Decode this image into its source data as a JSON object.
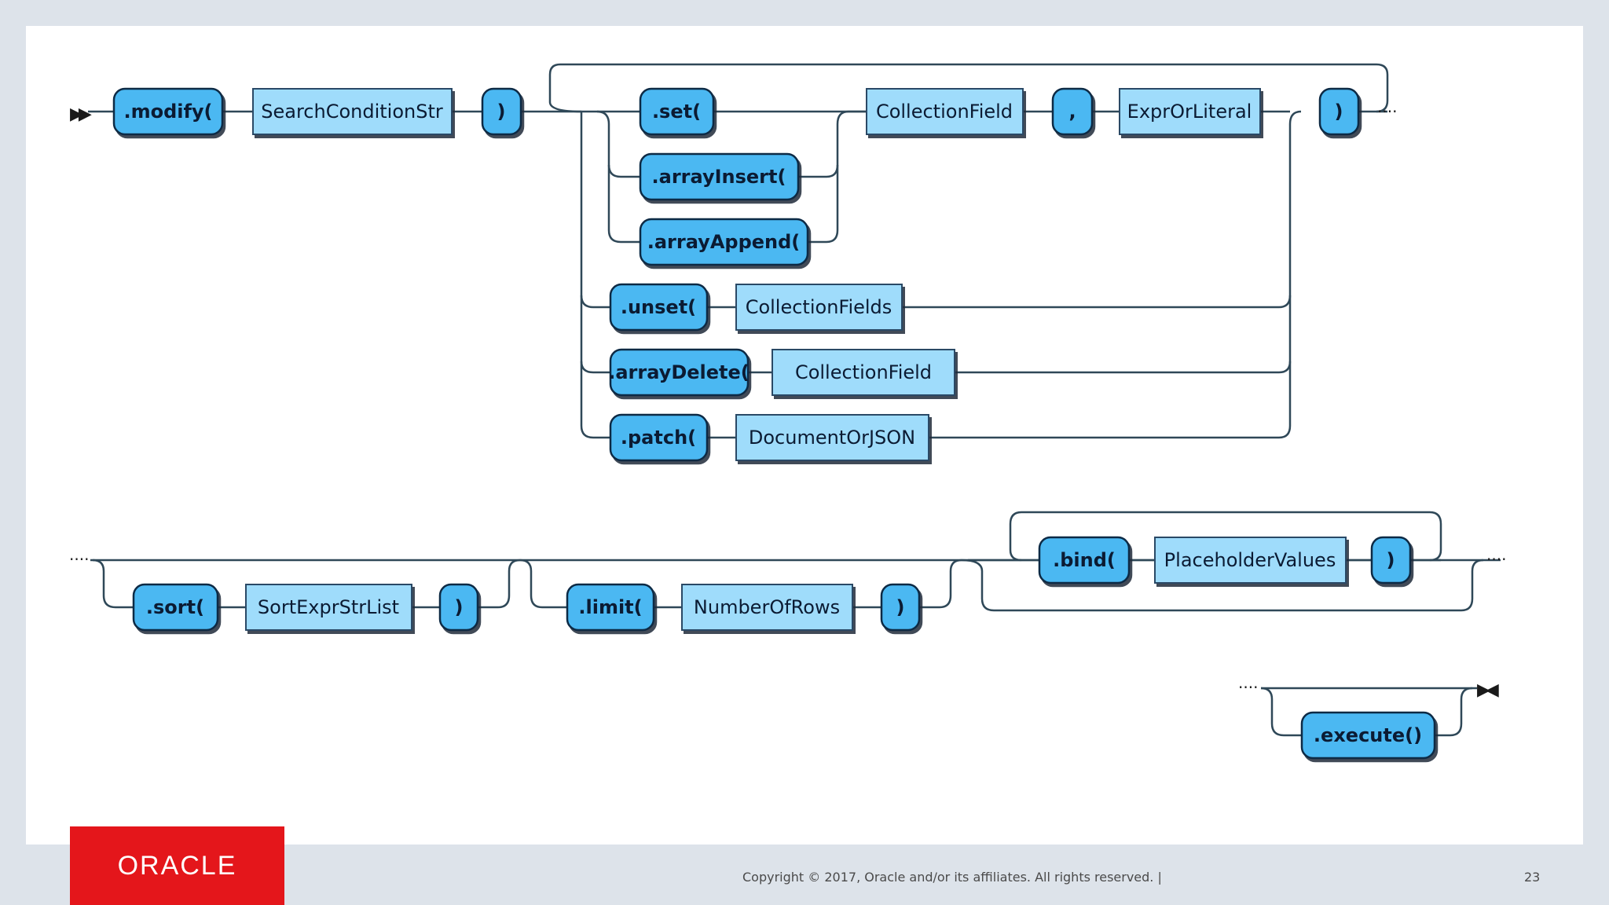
{
  "diagram": {
    "start_marker": "▶▶",
    "end_marker": "▶◀",
    "continuation": "····",
    "row1": {
      "modify": ".modify(",
      "search_condition": "SearchConditionStr",
      "close_paren": ")",
      "set": ".set(",
      "array_insert": ".arrayInsert(",
      "array_append": ".arrayAppend(",
      "collection_field": "CollectionField",
      "comma": ",",
      "expr_or_literal": "ExprOrLiteral",
      "set_close": ")",
      "unset": ".unset(",
      "collection_fields": "CollectionFields",
      "array_delete": ".arrayDelete(",
      "delete_collection_field": "CollectionField",
      "patch": ".patch(",
      "document_or_json": "DocumentOrJSON"
    },
    "row2": {
      "sort": ".sort(",
      "sort_expr_list": "SortExprStrList",
      "sort_close": ")",
      "limit": ".limit(",
      "number_of_rows": "NumberOfRows",
      "limit_close": ")",
      "bind": ".bind(",
      "placeholder_values": "PlaceholderValues",
      "bind_close": ")"
    },
    "row3": {
      "execute": ".execute()"
    }
  },
  "footer": {
    "logo_text": "ORACLE",
    "copyright": "Copyright © 2017, Oracle and/or its affiliates. All rights reserved.  |",
    "page_number": "23"
  },
  "colors": {
    "keyword_fill": "#4cb8f2",
    "nonterminal_fill": "#9fdcfb",
    "line": "#2f4858",
    "oracle_red": "#e4161b"
  }
}
